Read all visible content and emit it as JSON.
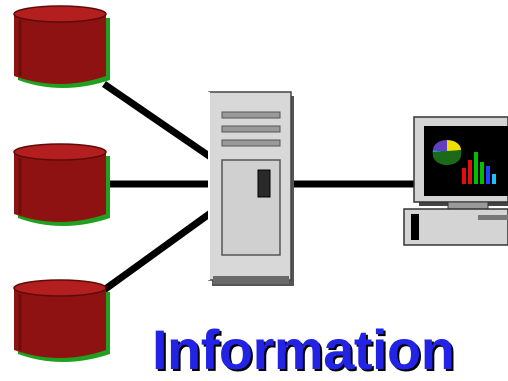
{
  "diagram": {
    "caption": "Information",
    "nodes": [
      {
        "id": "database-1",
        "kind": "database"
      },
      {
        "id": "database-2",
        "kind": "database"
      },
      {
        "id": "database-3",
        "kind": "database"
      },
      {
        "id": "server",
        "kind": "tower-server"
      },
      {
        "id": "workstation",
        "kind": "desktop-computer"
      }
    ],
    "edges": [
      {
        "from": "database-1",
        "to": "server"
      },
      {
        "from": "database-2",
        "to": "server"
      },
      {
        "from": "database-3",
        "to": "server"
      },
      {
        "from": "server",
        "to": "workstation"
      }
    ]
  },
  "colors": {
    "caption": "#2323e6",
    "caption_shadow": "#000000",
    "cylinder_body": "#8e1212",
    "cylinder_top": "#b31e1e",
    "cylinder_base": "#1fa11f",
    "connector": "#000000",
    "server_body": "#d8d8d8",
    "monitor_screen": "#000000"
  },
  "icons": [
    "database-cylinder-icon",
    "tower-server-icon",
    "monitor-icon",
    "pie-chart-icon",
    "bar-chart-icon",
    "keyboard-icon"
  ]
}
